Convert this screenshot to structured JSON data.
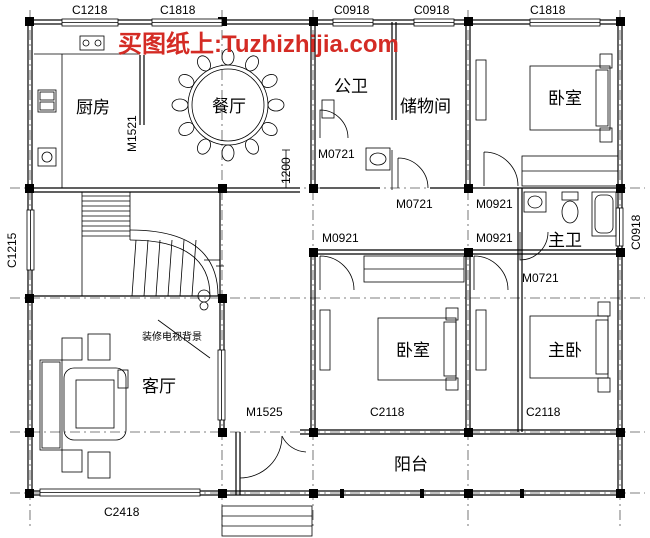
{
  "watermark": "买图纸上:Tuzhizhijia.com",
  "rooms": {
    "kitchen": "厨房",
    "dining": "餐厅",
    "public_bath": "公卫",
    "storage": "储物间",
    "bedroom_ne": "卧室",
    "master_bath": "主卫",
    "bedroom_center": "卧室",
    "master_bedroom": "主卧",
    "living": "客厅",
    "balcony": "阳台"
  },
  "annotations": {
    "tv_wall": "装修电视背景"
  },
  "window_labels": {
    "c1218_top": "C1218",
    "c1818_top_left": "C1818",
    "c0918_a": "C0918",
    "c0918_b": "C0918",
    "c1818_top_right": "C1818",
    "c1215_left": "C1215",
    "c0918_right": "C0918",
    "c2418_bottom": "C2418",
    "c2118_left": "C2118",
    "c2118_right": "C2118"
  },
  "door_labels": {
    "m0721_bath": "M0721",
    "m0721_storage": "M0721",
    "m0921_bedroom_ne": "M0921",
    "m0921_bedroom_center": "M0921",
    "m0921_master": "M0921",
    "m0721_master_bath": "M0721",
    "m1525_entry": "M1525"
  },
  "dimensions": {
    "m1521": "M1521",
    "d1200": "1200"
  }
}
